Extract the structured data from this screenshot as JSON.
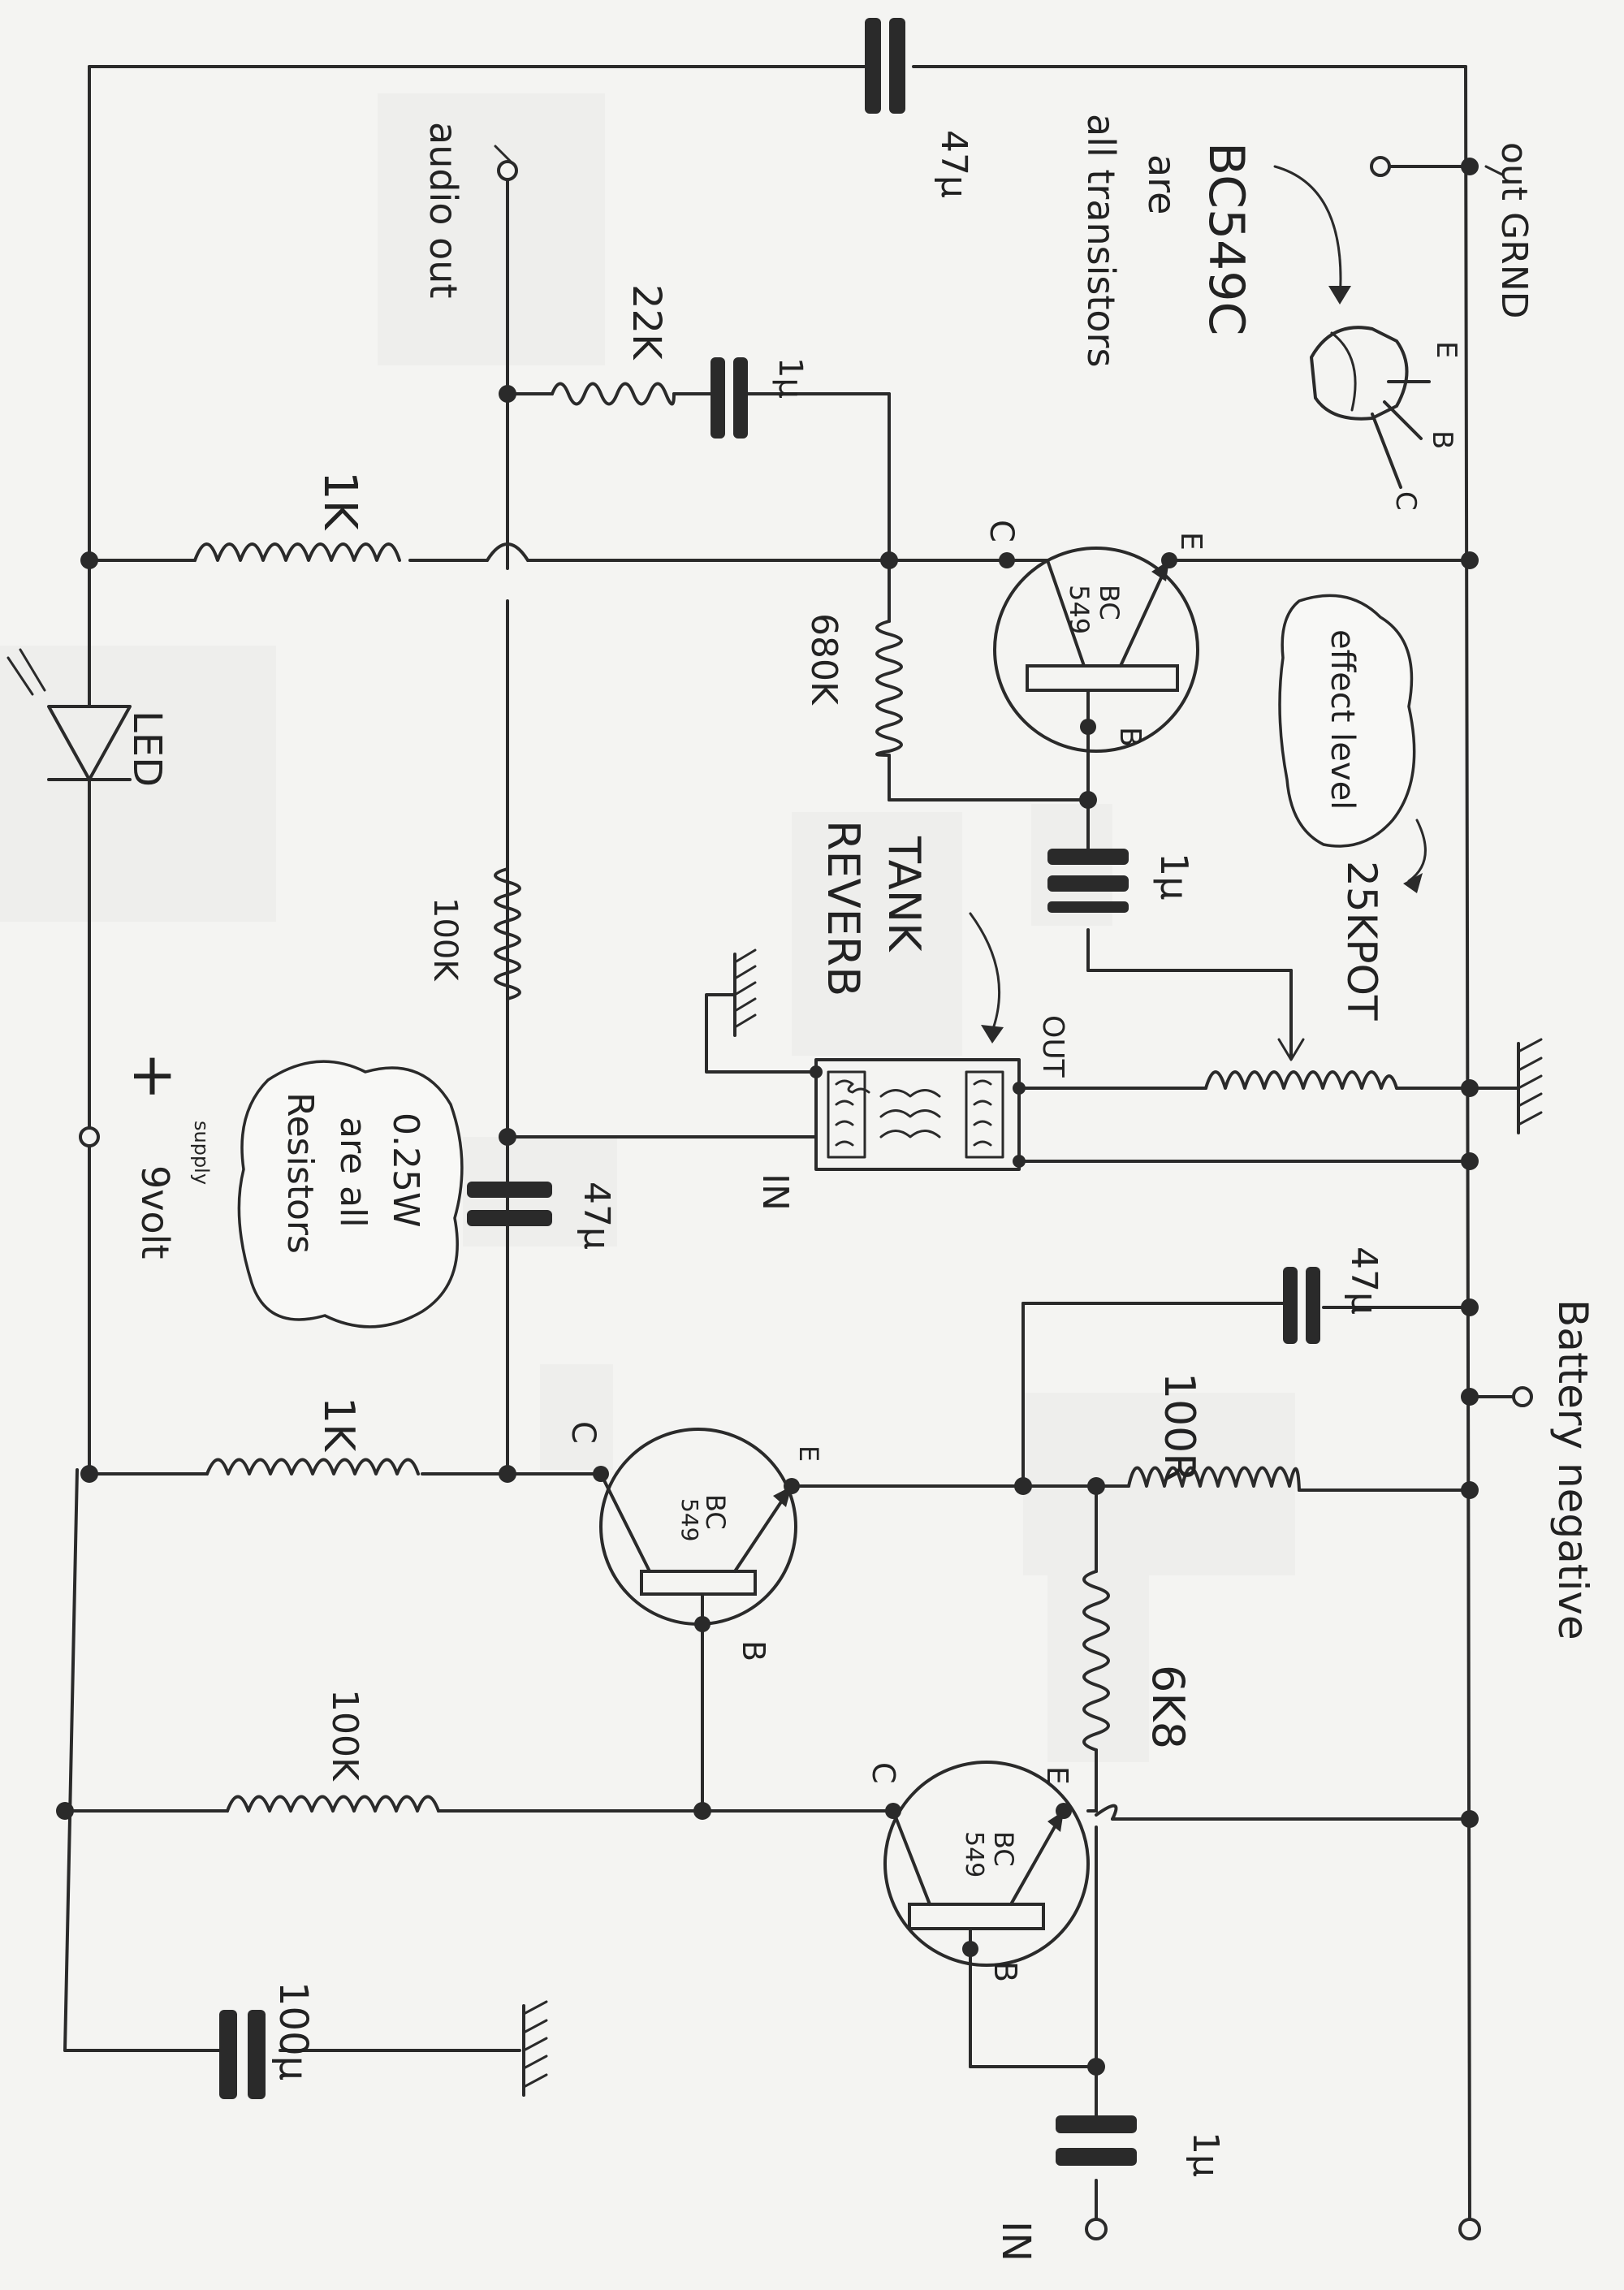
{
  "labels": {
    "audio_out": "audio out",
    "out_grnd": "out GRND",
    "all_transistors": "all transistors",
    "all_transistors_are": "are",
    "all_transistors_type": "BC549C",
    "pin_c": "C",
    "pin_b": "B",
    "pin_e": "E",
    "led": "LED",
    "supply_voltage": "9volt",
    "supply_sub": "supply",
    "supply_plus": "+",
    "resistors_note_l1": "Resistors",
    "resistors_note_l2": "are all",
    "resistors_note_l3": "0.25W",
    "reverb_l1": "REVERB",
    "reverb_l2": "TANK",
    "tank_in": "IN",
    "tank_out": "OUT",
    "effect_level": "effect level",
    "battery_negative": "Battery negative",
    "main_in": "IN",
    "transistor_bc": "BC",
    "transistor_num": "549"
  },
  "components": {
    "c_top": "47µ",
    "r_22k": "22K",
    "c_1u_a": "1µ",
    "r_1k_a": "1K",
    "r_680k": "680K",
    "c_1u_b": "1µ",
    "r_100k_a": "100K",
    "pot": "25KPOT",
    "c_47u_mid": "47µ",
    "c_47u_right": "47µ",
    "r_1k_b": "1K",
    "r_100r": "100R",
    "r_6k8": "6K8",
    "r_100k_b": "100K",
    "c_100u": "100µ",
    "c_1u_in": "1µ"
  }
}
